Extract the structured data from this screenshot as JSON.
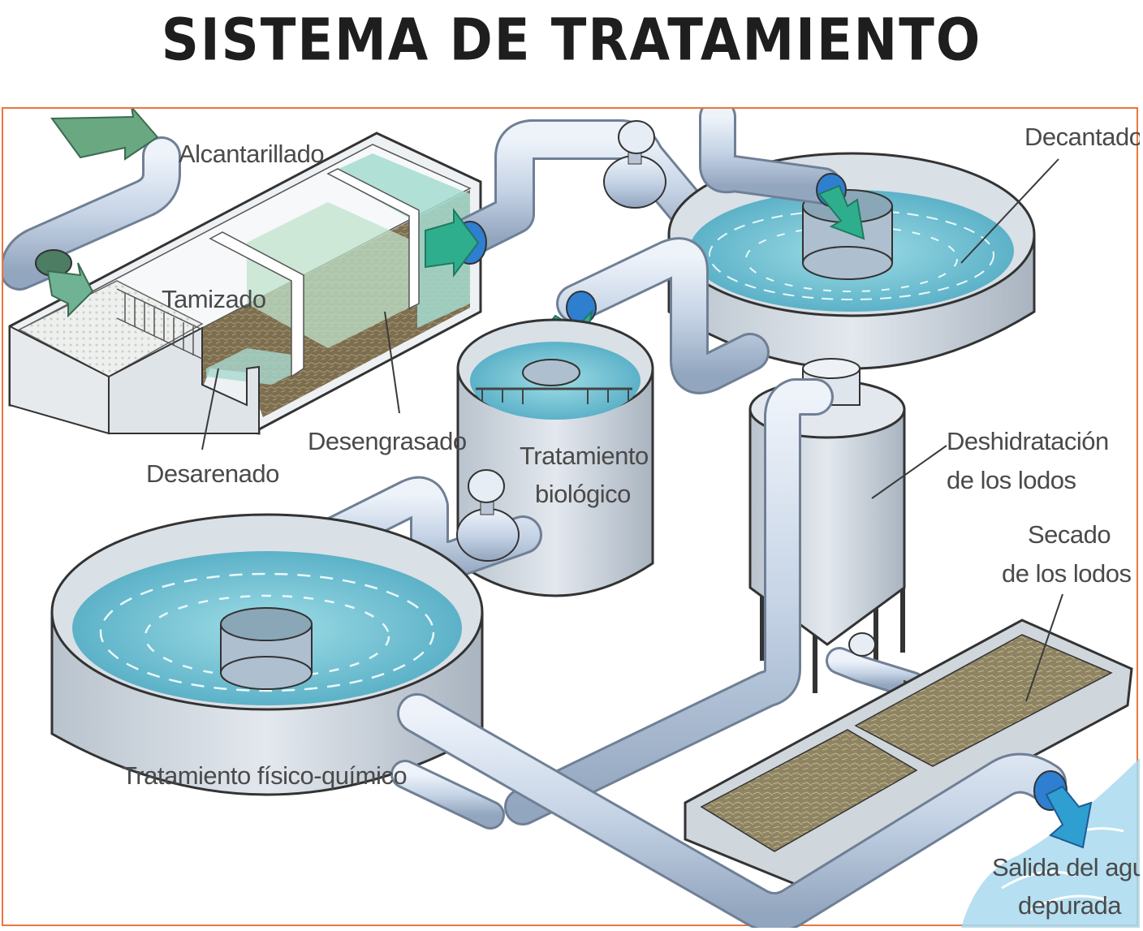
{
  "title": "SISTEMA DE TRATAMIENTO",
  "labels": {
    "alcantarillado": "Alcantarillado",
    "tamizado": "Tamizado",
    "desarenado": "Desarenado",
    "desengrasado": "Desengrasado",
    "decantado": "Decantado",
    "tratamiento_biologico_1": "Tratamiento",
    "tratamiento_biologico_2": "biológico",
    "deshidratacion_1": "Deshidratación",
    "deshidratacion_2": "de los lodos",
    "secado_1": "Secado",
    "secado_2": "de los lodos",
    "fisico_quimico": "Tratamiento físico-químico",
    "salida_1": "Salida del agua",
    "salida_2": "depurada"
  },
  "colors": {
    "frame": "#e8773f",
    "pipe": "#c6d4e6",
    "pipe_edge": "#6f7f95",
    "water": "#7fd0dc",
    "water_deep": "#4fb4c6",
    "sludge": "#7a6a4c",
    "tank": "#d7dde3",
    "arrow_green": "#2fae8e",
    "arrow_blue": "#2e7fd0",
    "arrow_brown": "#8a6a3e",
    "outlet_water": "#a9d9ee"
  }
}
